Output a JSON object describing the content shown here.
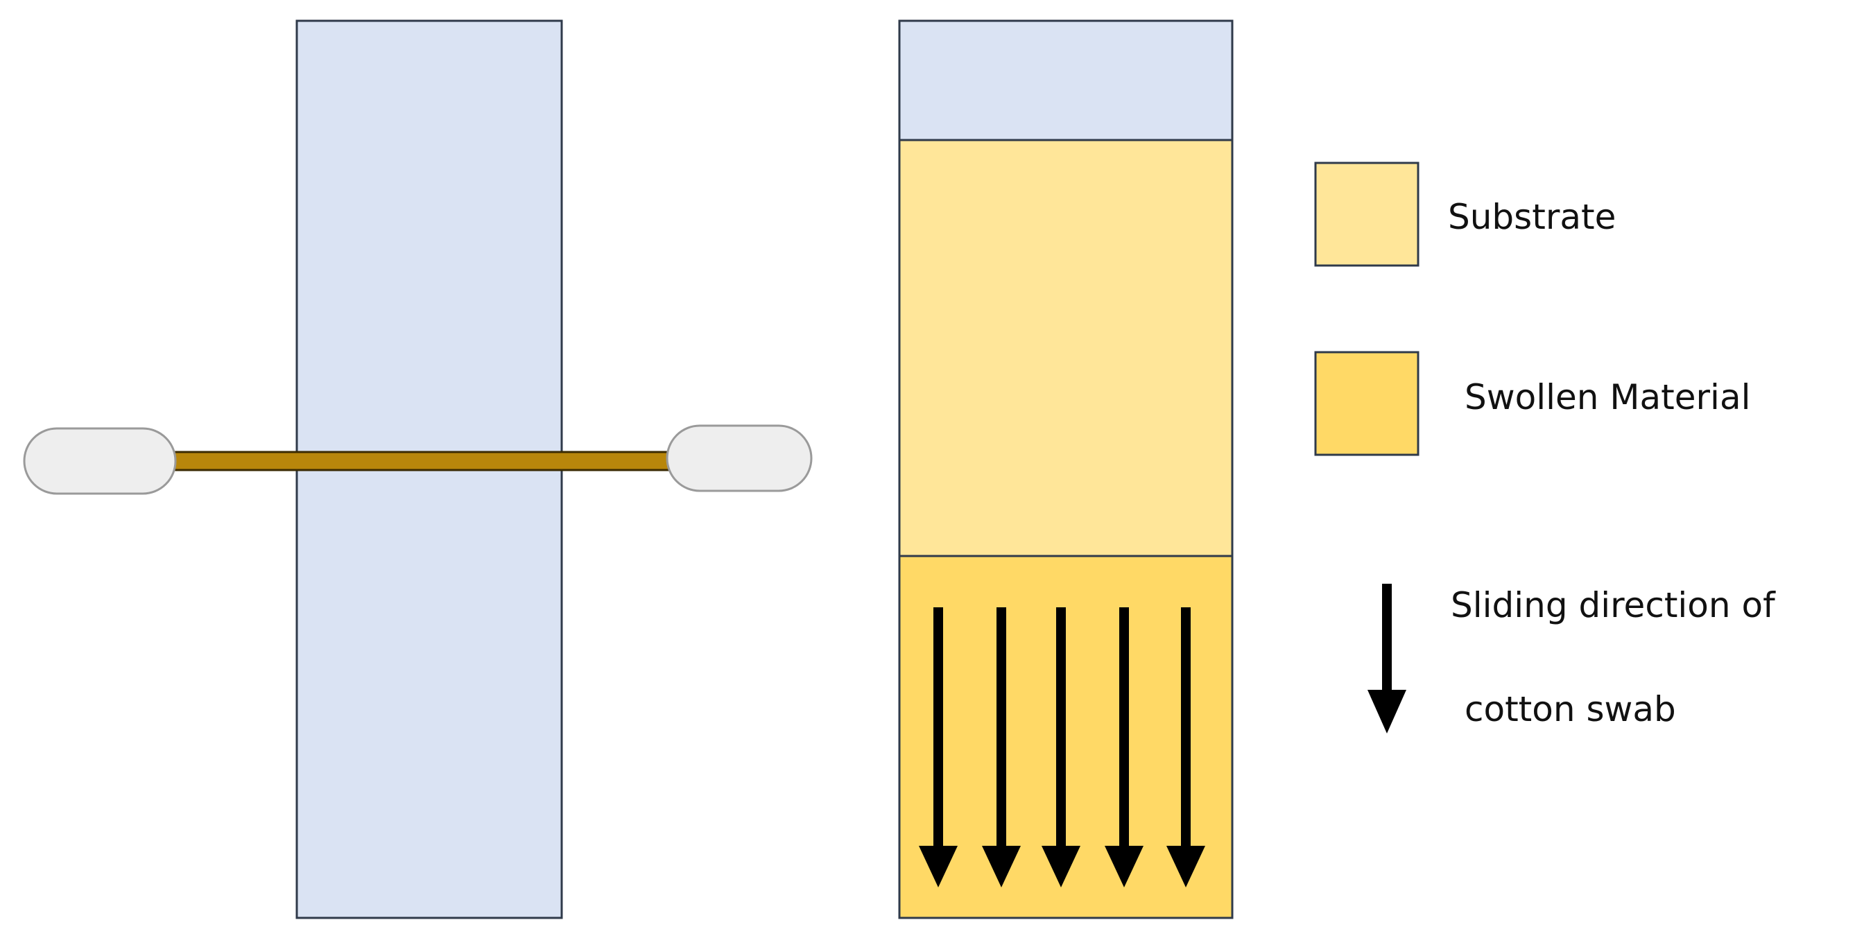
{
  "colors": {
    "glass": "#dae3f3",
    "glass_border": "#2f3a4a",
    "substrate": "#ffe699",
    "swollen": "#ffd966",
    "swab_stick": "#b8860b",
    "swab_stick_edge": "#3a2a00",
    "swab_tip": "#eeeeee",
    "swab_tip_border": "#9a9a9a",
    "arrow": "#000000",
    "text": "#111111"
  },
  "legend": {
    "substrate_label": "Substrate",
    "swollen_label": "Swollen Material",
    "direction_label_line1": "Sliding direction of",
    "direction_label_line2": "cotton swab"
  },
  "icons": {
    "swab": "cotton-swab-icon",
    "arrow": "arrow-down-icon"
  }
}
